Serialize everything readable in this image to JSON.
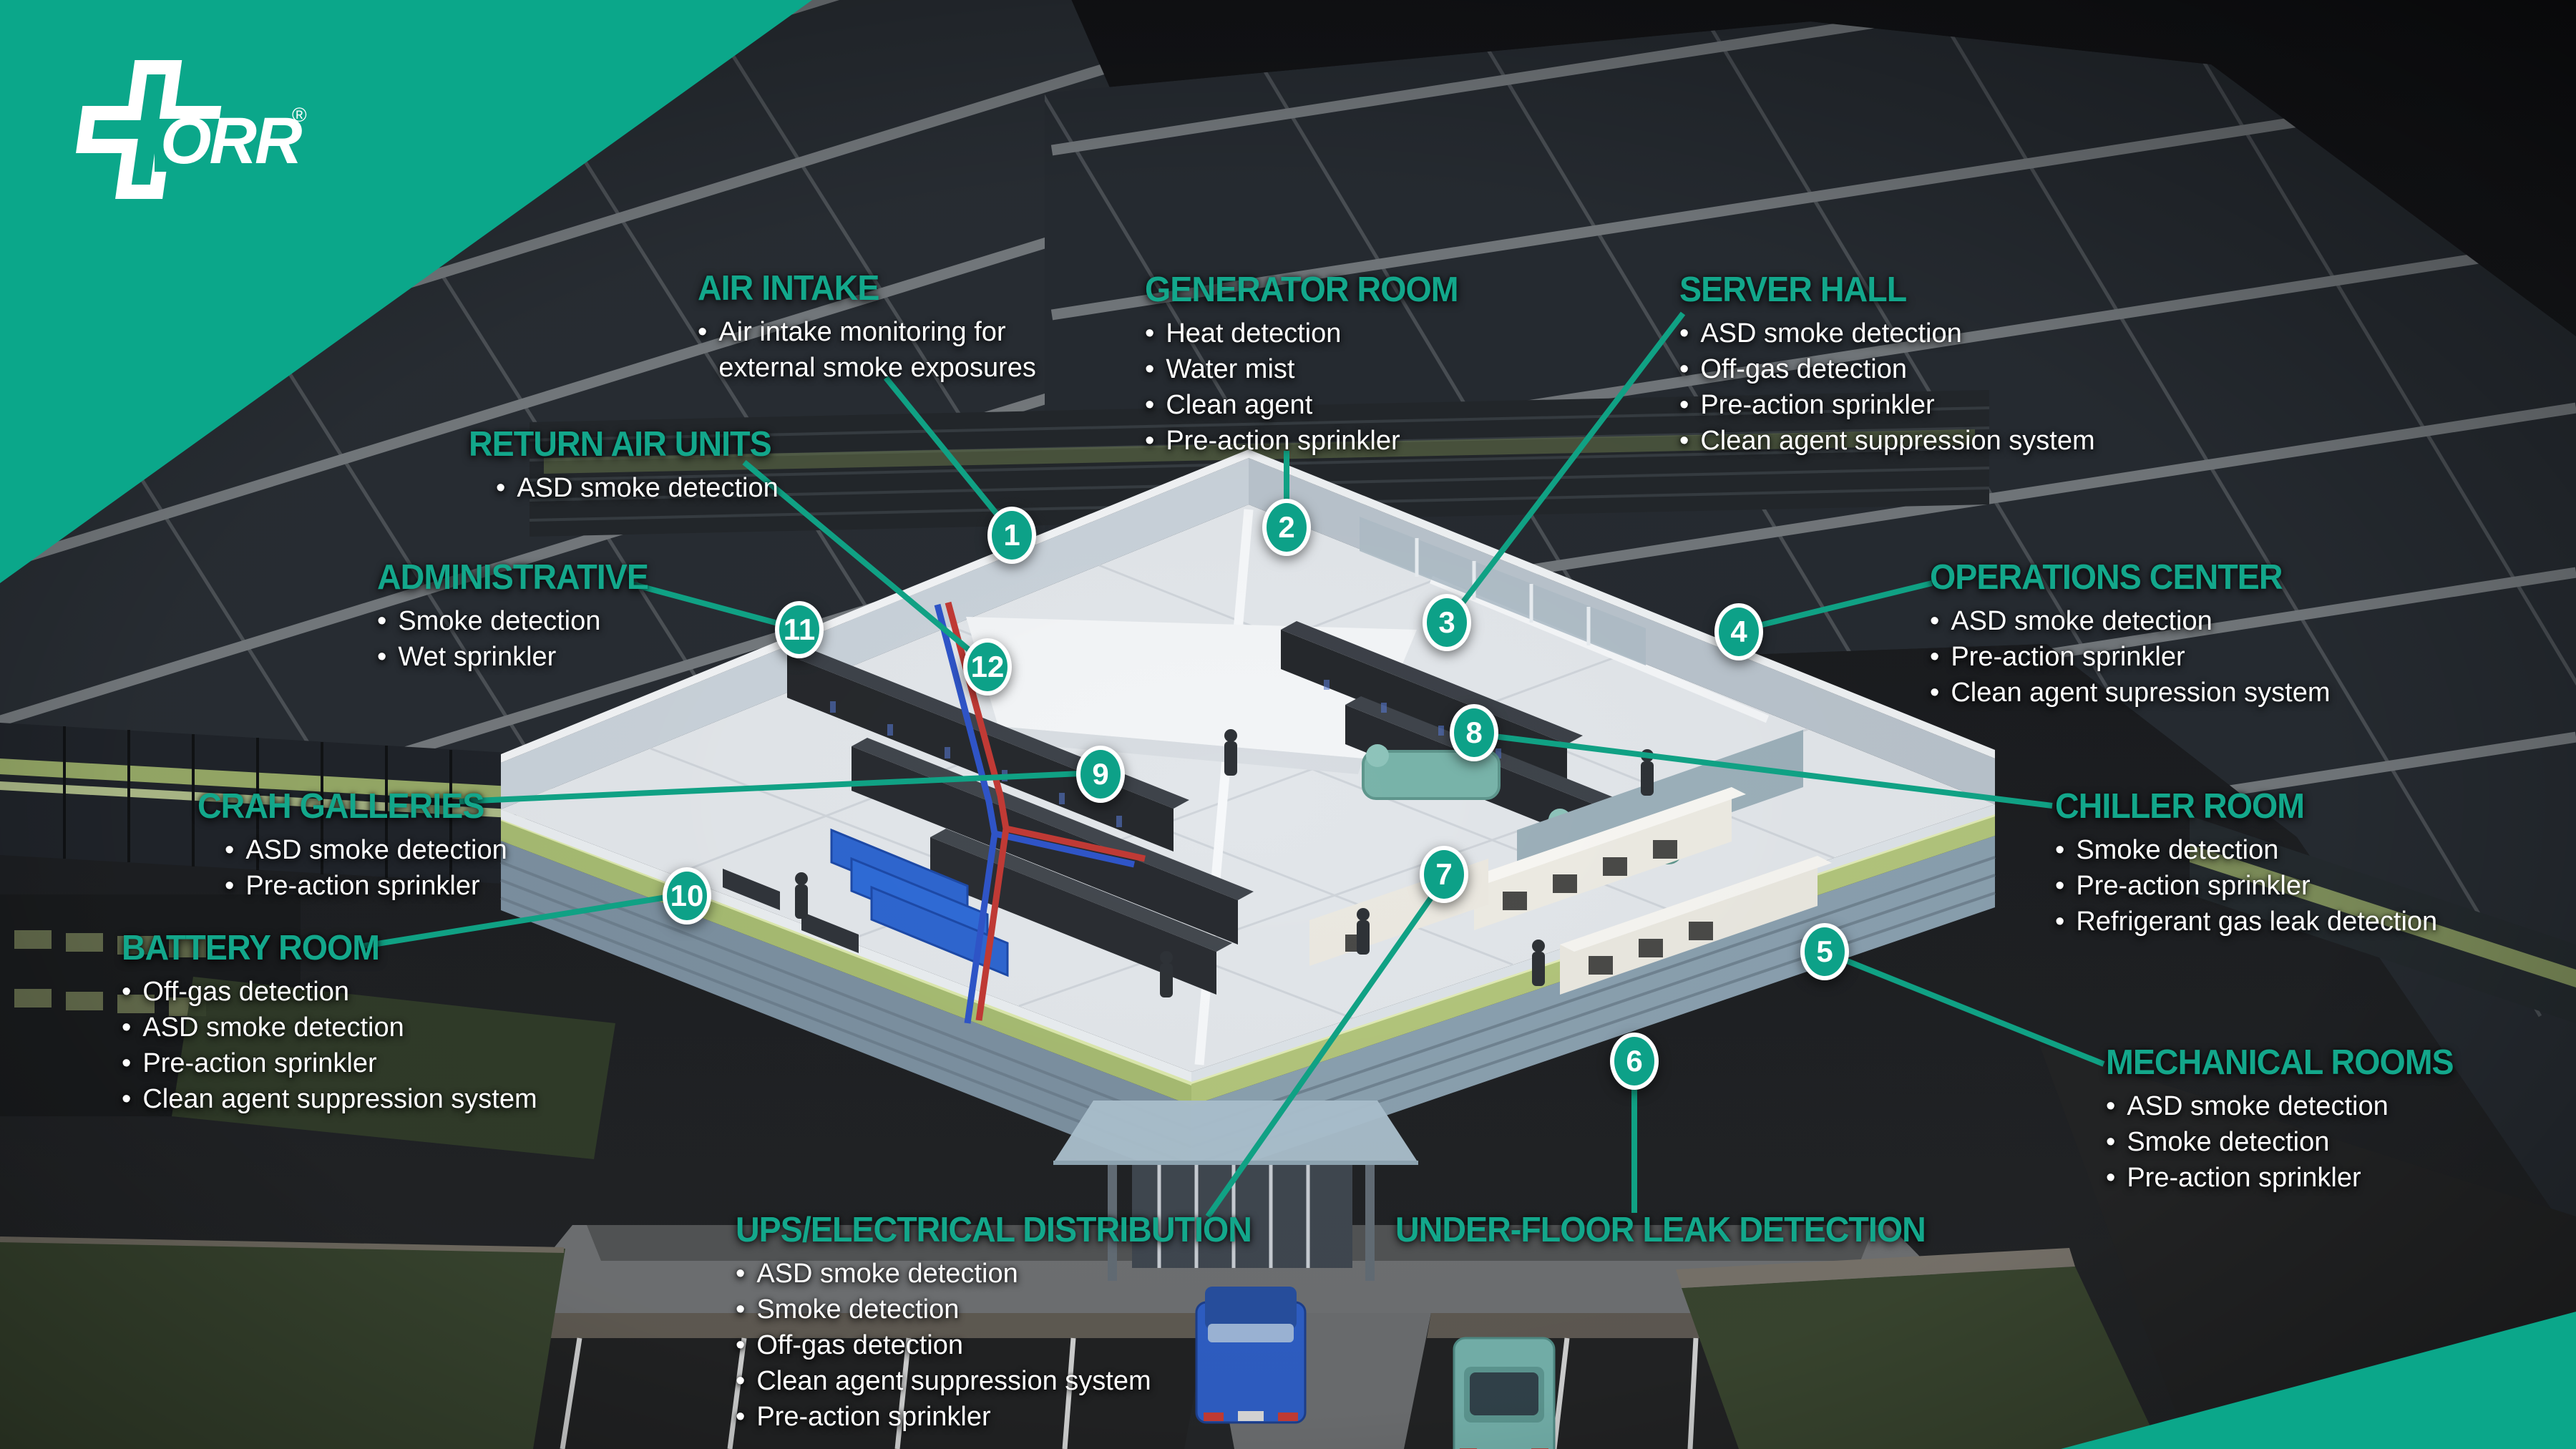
{
  "brand": {
    "logo_text": "ORR",
    "registered_mark": "®",
    "accent_color": "#0ba78a"
  },
  "ui": {
    "bullet": "•"
  },
  "title_implicit": "Data center fire protection coverage diagram",
  "callouts": [
    {
      "marker": "1",
      "title": "AIR INTAKE",
      "items": [
        "Air intake monitoring for\nexternal smoke exposures"
      ]
    },
    {
      "marker": "2",
      "title": "GENERATOR ROOM",
      "items": [
        "Heat detection",
        "Water mist",
        "Clean agent",
        "Pre-action sprinkler"
      ]
    },
    {
      "marker": "3",
      "title": "SERVER HALL",
      "items": [
        "ASD smoke detection",
        "Off-gas detection",
        "Pre-action sprinkler",
        "Clean agent suppression system"
      ]
    },
    {
      "marker": "4",
      "title": "OPERATIONS CENTER",
      "items": [
        "ASD smoke detection",
        "Pre-action sprinkler",
        "Clean agent supression system"
      ]
    },
    {
      "marker": "5",
      "title": "MECHANICAL ROOMS",
      "items": [
        "ASD smoke detection",
        "Smoke detection",
        "Pre-action sprinkler"
      ]
    },
    {
      "marker": "6",
      "title": "UNDER-FLOOR LEAK DETECTION",
      "items": []
    },
    {
      "marker": "7",
      "title": "UPS/ELECTRICAL DISTRIBUTION",
      "items": [
        "ASD smoke detection",
        "Smoke detection",
        "Off-gas detection",
        "Clean agent suppression system",
        "Pre-action sprinkler"
      ]
    },
    {
      "marker": "8",
      "title": "CHILLER ROOM",
      "items": [
        "Smoke detection",
        "Pre-action sprinkler",
        "Refrigerant gas leak detection"
      ]
    },
    {
      "marker": "9",
      "title": "CRAH GALLERIES",
      "items": [
        "ASD smoke detection",
        "Pre-action sprinkler"
      ]
    },
    {
      "marker": "10",
      "title": "BATTERY ROOM",
      "items": [
        "Off-gas detection",
        "ASD smoke detection",
        "Pre-action sprinkler",
        "Clean agent suppression system"
      ]
    },
    {
      "marker": "11",
      "title": "ADMINISTRATIVE",
      "items": [
        "Smoke detection",
        "Wet sprinkler"
      ]
    },
    {
      "marker": "12",
      "title": "RETURN AIR UNITS",
      "items": [
        "ASD smoke detection"
      ]
    }
  ]
}
